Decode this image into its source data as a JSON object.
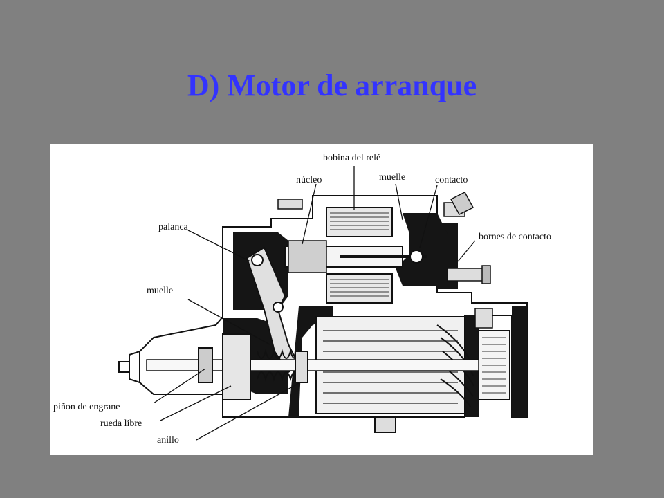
{
  "slide": {
    "title": "D) Motor de arranque"
  },
  "diagram": {
    "labels": {
      "bobina_rele": "bobina del relé",
      "nucleo": "núcleo",
      "muelle_top": "muelle",
      "contacto": "contacto",
      "palanca": "palanca",
      "bornes": "bornes de contacto",
      "muelle_left": "muelle",
      "pinon": "piñon de engrane",
      "rueda": "rueda libre",
      "anillo": "anillo"
    }
  }
}
